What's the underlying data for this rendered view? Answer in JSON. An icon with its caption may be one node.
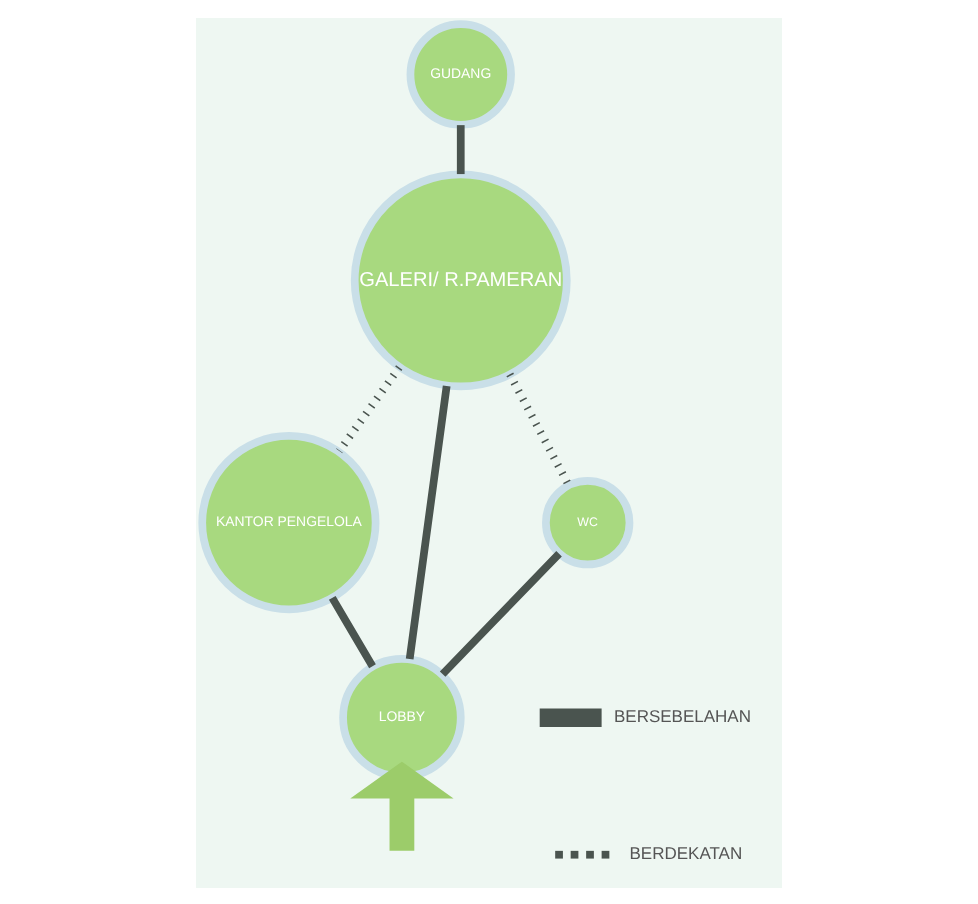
{
  "diagram": {
    "nodes": [
      {
        "text": [
          "GUDANG"
        ]
      },
      {
        "text": [
          "GALERI/ R.PAMERAN"
        ]
      },
      {
        "text": [
          "KANTOR PENGELOLA"
        ]
      },
      {
        "text": [
          "LOBBY"
        ]
      },
      {
        "text": [
          "WC"
        ]
      }
    ],
    "edges": [
      {
        "from": 0,
        "to": 1,
        "arrow": "none"
      },
      {
        "from": 1,
        "to": 2,
        "arrow": "none",
        "style": "dashed"
      },
      {
        "from": 1,
        "to": 4,
        "arrow": "none",
        "style": "dashed"
      },
      {
        "from": 1,
        "to": 3,
        "arrow": "none"
      },
      {
        "from": 2,
        "to": 3,
        "arrow": "none"
      },
      {
        "from": 3,
        "to": 4,
        "arrow": "none"
      },
      {
        "from": null,
        "to": 3,
        "arrow": "to",
        "style": "thick",
        "color": "#9ccc6a"
      }
    ],
    "legend": [
      {
        "text": "BERSEBELAHAN"
      },
      {
        "text": "BERDEKATAN"
      }
    ]
  }
}
